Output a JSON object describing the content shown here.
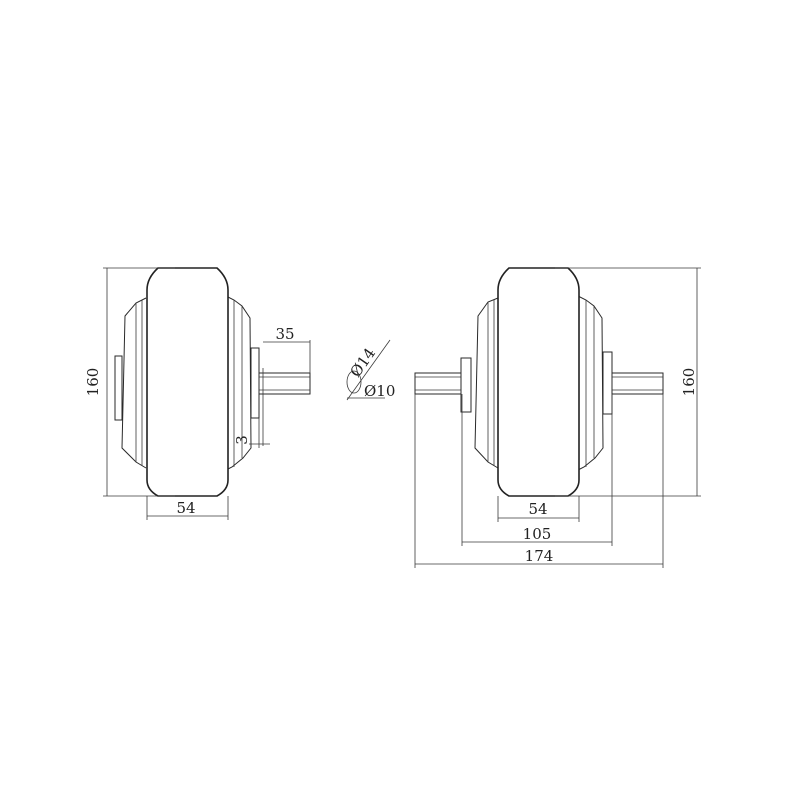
{
  "left_view": {
    "height_label": "160",
    "width_label": "54",
    "shaft_length_label": "35",
    "shaft_step_label": "3",
    "shaft_dia_outer_label": "Ø14",
    "shaft_dia_inner_label": "Ø10"
  },
  "right_view": {
    "height_label": "160",
    "tire_width_label": "54",
    "hub_width_label": "105",
    "overall_width_label": "174"
  },
  "colors": {
    "hatch": "#c0282d",
    "line": "#2a2a2a"
  }
}
